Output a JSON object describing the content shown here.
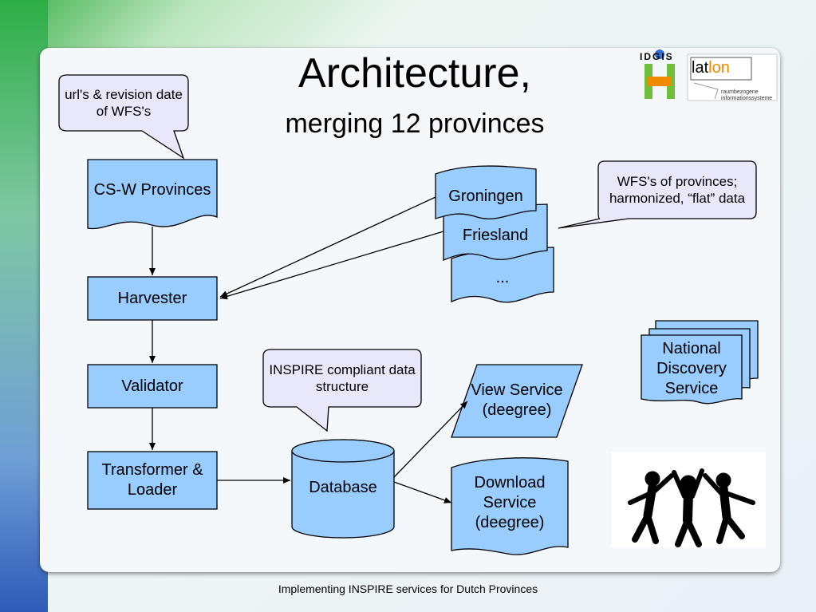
{
  "slide": {
    "title": "Architecture,",
    "subtitle": "merging 12 provinces",
    "footer": "Implementing INSPIRE services for Dutch Provinces"
  },
  "callouts": {
    "wfs_urls": "url's & revision date of WFS's",
    "wfs_provinces": "WFS's of provinces; harmonized, “flat” data",
    "inspire": "INSPIRE compliant data structure"
  },
  "nodes": {
    "csw": "CS-W Provinces",
    "harvester": "Harvester",
    "validator": "Validator",
    "transformer": "Transformer & Loader",
    "database": "Database",
    "groningen": "Groningen",
    "friesland": "Friesland",
    "more": "...",
    "view_service": "View Service (deegree)",
    "download_service": "Download Service (deegree)",
    "national_discovery": "National Discovery Service"
  },
  "logos": {
    "idgis": "IDGIS",
    "latlon_a": "lat",
    "latlon_b": "lon",
    "latlon_sub": "raumbezogene informationssysteme"
  },
  "colors": {
    "box_fill": "#99ccff",
    "callout_fill": "#e8e8fa",
    "stroke": "#000000",
    "logo_orange": "#f08a00",
    "logo_green": "#6fbf3a",
    "logo_blue": "#2f6fd0"
  }
}
